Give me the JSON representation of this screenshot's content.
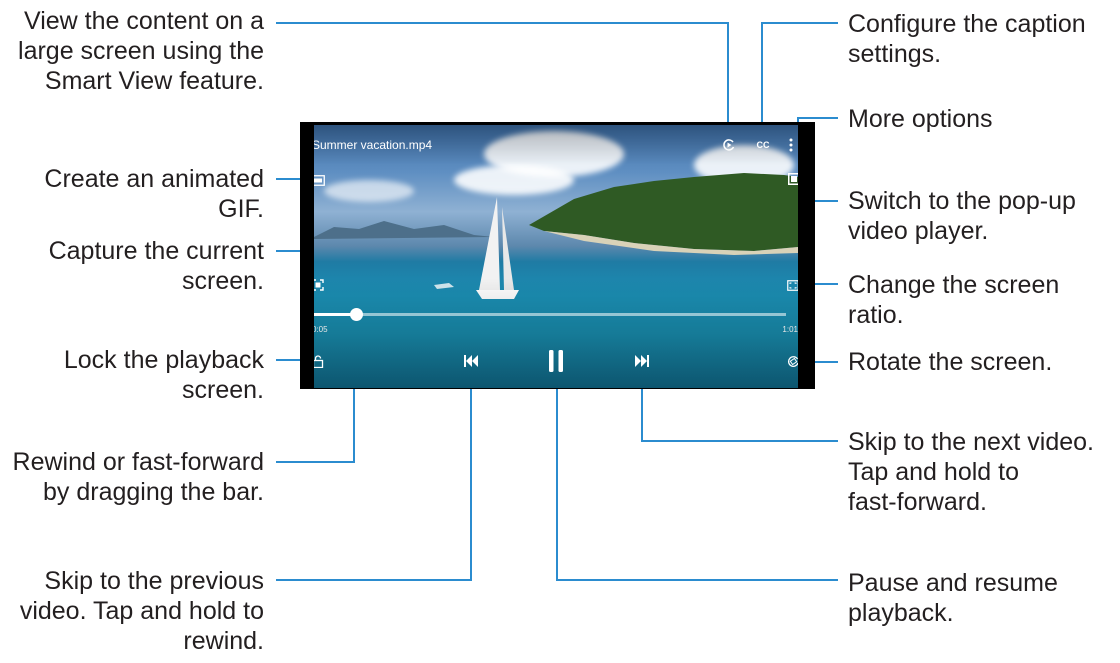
{
  "player": {
    "title": "Summer vacation.mp4",
    "current_time": "0:05",
    "duration": "1:01",
    "progress": 0.09,
    "captions_label": "CC",
    "gif_label": "GIF"
  },
  "callouts": {
    "smart_view": "View the content on a\nlarge screen using the\nSmart View feature.",
    "gif": "Create an animated GIF.",
    "capture": "Capture the current\nscreen.",
    "lock": "Lock the playback\nscreen.",
    "rewind_drag": "Rewind or fast-forward\nby dragging the bar.",
    "previous": "Skip to the previous\nvideo. Tap and hold to\nrewind.",
    "caption": "Configure the caption\nsettings.",
    "more": "More options",
    "popup": "Switch to the pop-up\nvideo player.",
    "ratio": "Change the screen ratio.",
    "rotate": "Rotate the screen.",
    "next": "Skip to the next video.\nTap and hold to\nfast-forward.",
    "pause": "Pause and resume\nplayback."
  },
  "icons": [
    "smart-view-icon",
    "captions-icon",
    "more-options-icon",
    "gif-icon",
    "popup-player-icon",
    "capture-icon",
    "screen-ratio-icon",
    "lock-icon",
    "rotate-icon",
    "previous-icon",
    "pause-icon",
    "next-icon"
  ],
  "colors": {
    "leader_line": "#2b8ccf",
    "text": "#231f20"
  }
}
